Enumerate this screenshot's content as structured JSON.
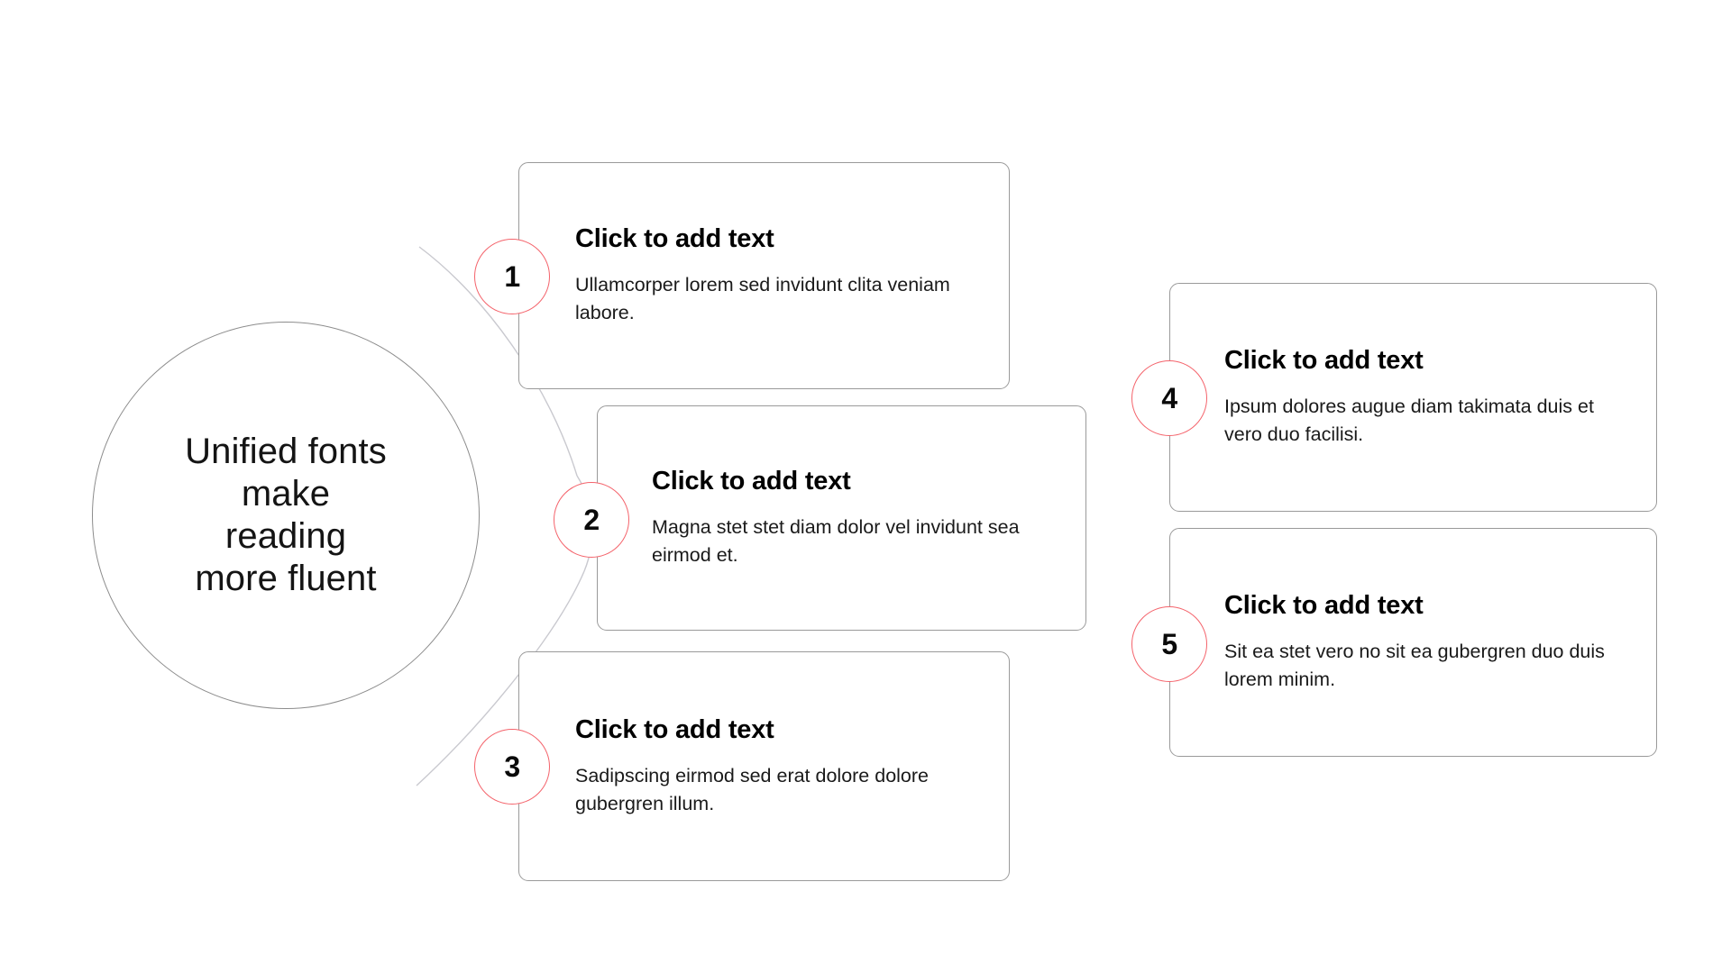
{
  "hub": {
    "text": "Unified fonts\nmake\nreading\nmore fluent"
  },
  "colors": {
    "badge_ring": "#f4636b",
    "card_border": "#9a9a9a",
    "hub_border": "#8c8c8c",
    "connector": "#c9c9cf",
    "text": "#0f0f0f",
    "background": "#ffffff"
  },
  "items": [
    {
      "number": "1",
      "title": "Click to add text",
      "body": "Ullamcorper lorem sed invidunt clita veniam labore."
    },
    {
      "number": "2",
      "title": "Click to add text",
      "body": "Magna stet stet diam dolor vel invidunt sea eirmod et."
    },
    {
      "number": "3",
      "title": "Click to add text",
      "body": "Sadipscing eirmod sed erat dolore dolore gubergren illum."
    },
    {
      "number": "4",
      "title": "Click to add text",
      "body": "Ipsum dolores augue diam takimata duis et vero duo facilisi."
    },
    {
      "number": "5",
      "title": "Click to add text",
      "body": "Sit ea stet vero no sit ea gubergren duo duis lorem minim."
    }
  ]
}
